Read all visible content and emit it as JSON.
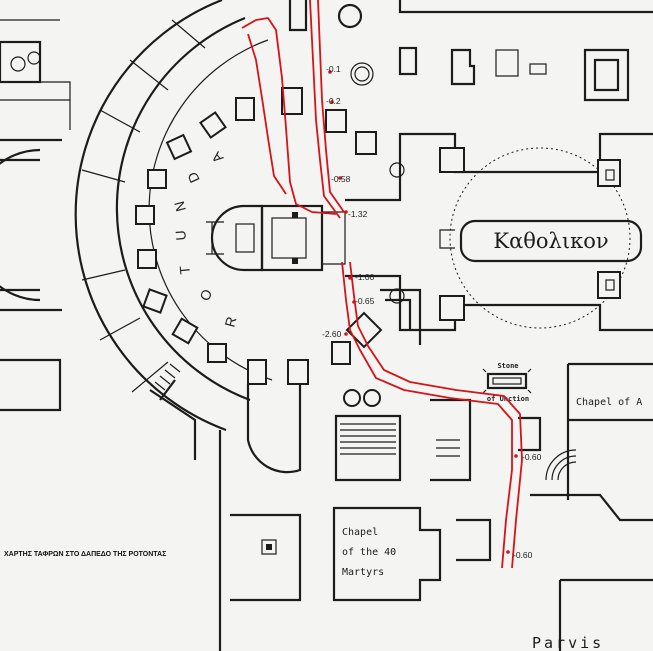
{
  "caption": "ΧΑΡΤΗΣ ΤΑΦΡΩΝ ΣΤΟ ΔΑΠΕΔΟ ΤΗΣ ΡΟΤΟΝΤΑΣ",
  "rotunda_letters": [
    "R",
    "O",
    "T",
    "U",
    "N",
    "D",
    "A"
  ],
  "katholikon": "Καθολικον",
  "rooms": {
    "stone_line1": "Stone",
    "stone_line2": "of Unction",
    "chapel_of_a": "Chapel of A",
    "chapel40_line1": "Chapel",
    "chapel40_line2": "of the 40",
    "chapel40_line3": "Martyrs",
    "parvis": "Parvis"
  },
  "depth_labels": {
    "d1": "-0.1",
    "d2": "-0.2",
    "d3": "-0.58",
    "d4": "-1.32",
    "d5": "-1.00",
    "d6": "-0.65",
    "d7": "-2.60",
    "d8": "-0.60",
    "d9": "-0.60"
  },
  "colors": {
    "trench": "#d4141a",
    "ink": "#1c1c1c",
    "paper": "#f4f4f2"
  }
}
